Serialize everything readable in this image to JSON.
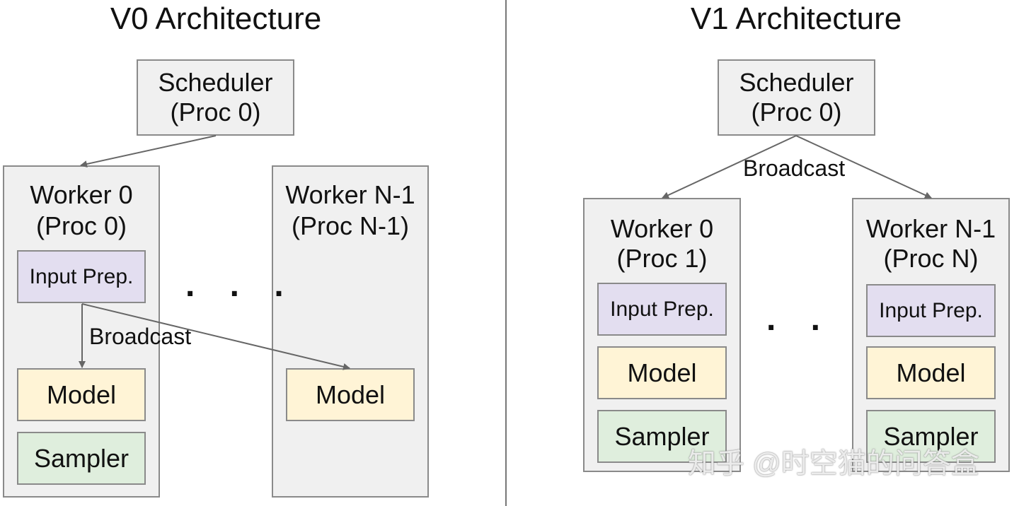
{
  "v0": {
    "title": "V0 Architecture",
    "scheduler": {
      "line1": "Scheduler",
      "line2": "(Proc 0)"
    },
    "worker0": {
      "line1": "Worker 0",
      "line2": "(Proc 0)",
      "input_prep": "Input Prep.",
      "model": "Model",
      "sampler": "Sampler"
    },
    "broadcast": "Broadcast",
    "ellipsis": ". . .",
    "workerN": {
      "line1": "Worker N-1",
      "line2": "(Proc N-1)",
      "model": "Model"
    }
  },
  "v1": {
    "title": "V1 Architecture",
    "scheduler": {
      "line1": "Scheduler",
      "line2": "(Proc 0)"
    },
    "broadcast": "Broadcast",
    "worker0": {
      "line1": "Worker 0",
      "line2": "(Proc 1)",
      "input_prep": "Input Prep.",
      "model": "Model",
      "sampler": "Sampler"
    },
    "ellipsis": ". . .",
    "workerN": {
      "line1": "Worker N-1",
      "line2": "(Proc N)",
      "input_prep": "Input Prep.",
      "model": "Model",
      "sampler": "Sampler"
    }
  },
  "watermark": "知乎 @时空猫的问答盒",
  "colors": {
    "container_fill": "#f0f0f0",
    "input_prep_fill": "#e3def0",
    "model_fill": "#fff4d6",
    "sampler_fill": "#dfeedd",
    "border": "#8a8a8a",
    "arrow": "#666666"
  }
}
